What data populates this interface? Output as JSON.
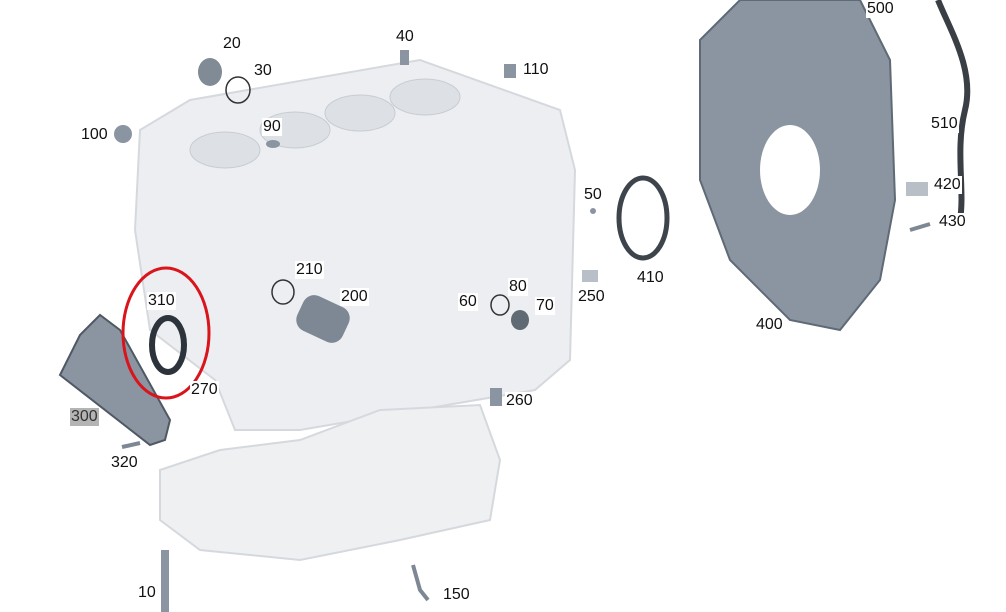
{
  "diagram": {
    "highlight_color": "#d9141b",
    "selected_label_bg": "#b4b4b4",
    "part_color": "#eceef1",
    "dark_part_color": "#7d8894",
    "labels": [
      {
        "id": "20",
        "text": "20"
      },
      {
        "id": "30",
        "text": "30"
      },
      {
        "id": "40",
        "text": "40"
      },
      {
        "id": "110",
        "text": "110"
      },
      {
        "id": "100",
        "text": "100"
      },
      {
        "id": "90",
        "text": "90"
      },
      {
        "id": "50",
        "text": "50"
      },
      {
        "id": "410",
        "text": "410"
      },
      {
        "id": "500",
        "text": "500"
      },
      {
        "id": "510",
        "text": "510"
      },
      {
        "id": "420",
        "text": "420"
      },
      {
        "id": "430",
        "text": "430"
      },
      {
        "id": "400",
        "text": "400"
      },
      {
        "id": "210",
        "text": "210"
      },
      {
        "id": "200",
        "text": "200"
      },
      {
        "id": "60",
        "text": "60"
      },
      {
        "id": "80",
        "text": "80"
      },
      {
        "id": "70",
        "text": "70"
      },
      {
        "id": "250",
        "text": "250"
      },
      {
        "id": "310",
        "text": "310"
      },
      {
        "id": "270",
        "text": "270"
      },
      {
        "id": "300",
        "text": "300",
        "selected": true
      },
      {
        "id": "260",
        "text": "260"
      },
      {
        "id": "320",
        "text": "320"
      },
      {
        "id": "10",
        "text": "10"
      },
      {
        "id": "150",
        "text": "150"
      }
    ],
    "circled_part": "310"
  }
}
